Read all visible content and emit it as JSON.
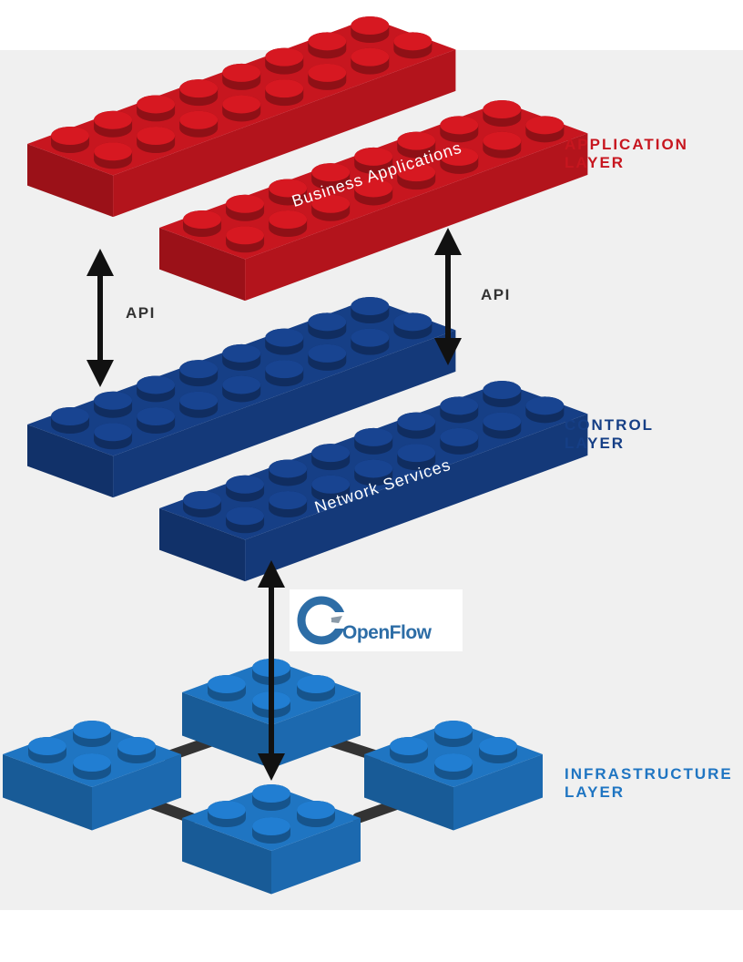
{
  "colors": {
    "application": "#c7161f",
    "control": "#163f86",
    "infrastructure": "#1f75c2",
    "arrow": "#111111",
    "background": "#f0f0f0"
  },
  "layers": {
    "application": {
      "line1": "APPLICATION",
      "line2": "LAYER"
    },
    "control": {
      "line1": "CONTROL",
      "line2": "LAYER"
    },
    "infrastructure": {
      "line1": "INFRASTRUCTURE",
      "line2": "LAYER"
    }
  },
  "bricks": {
    "application_label": "Business Applications",
    "control_label": "Network Services"
  },
  "connectors": {
    "api_left": "API",
    "api_right": "API",
    "openflow": "OpenFlow"
  },
  "icons": [
    "openflow-logo-icon",
    "double-arrow-icon"
  ]
}
